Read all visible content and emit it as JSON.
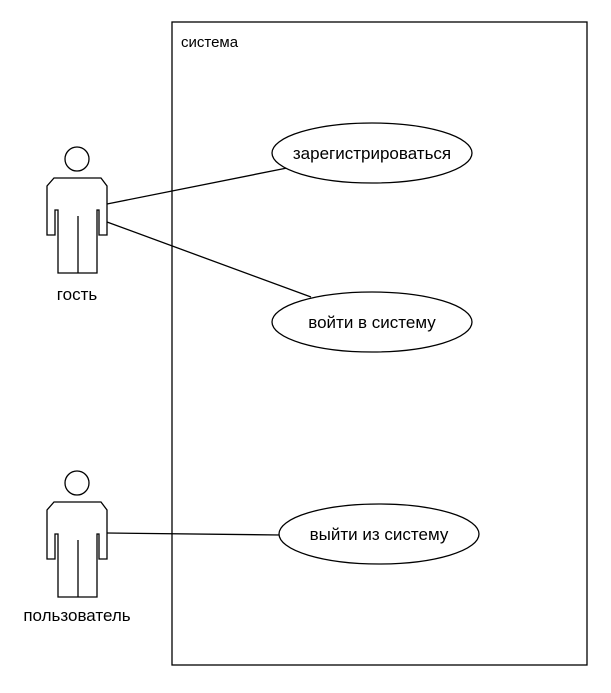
{
  "system": {
    "label": "система"
  },
  "actors": [
    {
      "id": "guest",
      "label": "гость"
    },
    {
      "id": "user",
      "label": "пользователь"
    }
  ],
  "use_cases": [
    {
      "id": "register",
      "label": "зарегистрироваться"
    },
    {
      "id": "login",
      "label": "войти в систему"
    },
    {
      "id": "logout",
      "label": "выйти из систему"
    }
  ],
  "associations": [
    {
      "from": "guest",
      "to": "register"
    },
    {
      "from": "guest",
      "to": "login"
    },
    {
      "from": "user",
      "to": "logout"
    }
  ],
  "colors": {
    "stroke": "#000000",
    "background": "#ffffff"
  }
}
